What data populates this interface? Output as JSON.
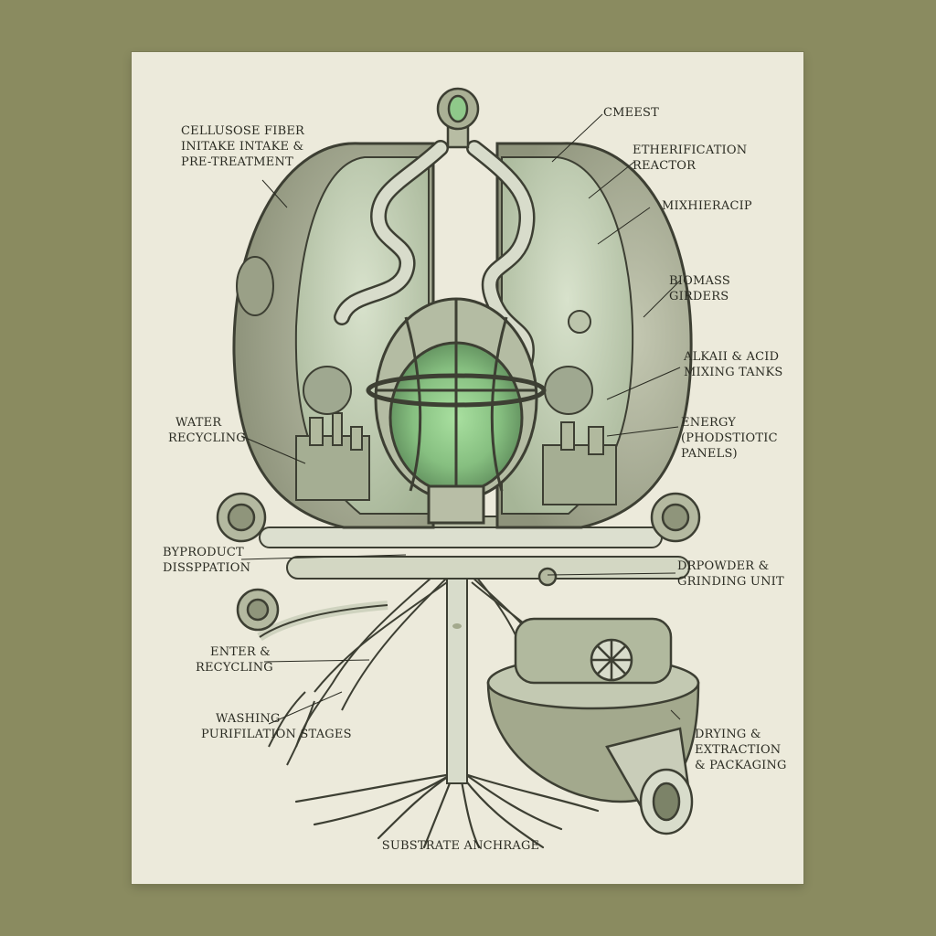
{
  "labels": {
    "cellulose": [
      "CELLUSOSE FIBER",
      "INITAKE INTAKE &",
      "PRE-TREATMENT"
    ],
    "cmeest": [
      "CMEEST"
    ],
    "etherification": [
      "ETHERIFICATION",
      "REACTOR"
    ],
    "mixhieracip": [
      "MIXHIERACIP"
    ],
    "biomass": [
      "BIOMASS",
      "GIRDERS"
    ],
    "alkali": [
      "ALKAII & ACID",
      "MIXING TANKS"
    ],
    "water": [
      "WATER",
      "RECYCLING"
    ],
    "energy": [
      "ENERGY",
      "(PHODSTIOTIC",
      "PANELS)"
    ],
    "byproduct": [
      "BYPRODUCT",
      "DISSPPATION"
    ],
    "drpowder": [
      "DRPOWDER &",
      "GRINDING UNIT"
    ],
    "enter": [
      "ENTER &",
      "RECYCLING"
    ],
    "washing": [
      "WASHING",
      "PURIFILATION STAGES"
    ],
    "drying": [
      "DRYING &",
      "EXTRACTION",
      "& PACKAGING"
    ],
    "substrate": [
      "SUBSTRATE ANCHRAGE"
    ]
  },
  "colors": {
    "page_border": "#8a8b60",
    "paper": "#eceadb",
    "ink": "#2a2b22",
    "shell": "#a8ad95",
    "interior": "#c7d3bb",
    "core_glow": "#8fc98a"
  }
}
